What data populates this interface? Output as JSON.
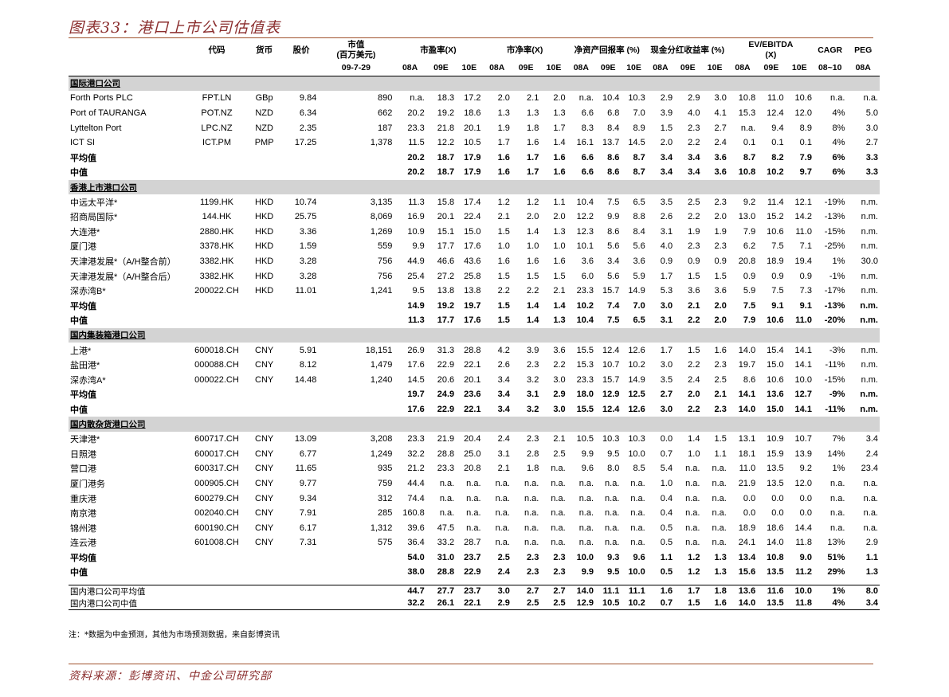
{
  "page": {
    "title": "图表33：港口上市公司估值表",
    "note": "注：*数据为中金预测，其他为市场预测数据，来自彭博资讯",
    "source": "资料来源：彭博资讯、中金公司研究部"
  },
  "colors": {
    "accent": "#8b2e2e",
    "section_bg": "#d3d3d3"
  },
  "table": {
    "header1": [
      "",
      "代码",
      "货币",
      "股价",
      "市值\n(百万美元)",
      "市盈率(X)",
      "市净率(X)",
      "净资产回报率 (%)",
      "现金分红收益率 (%)",
      "EV/EBITDA\n(X)",
      "CAGR",
      "PEG"
    ],
    "header2": [
      "",
      "",
      "",
      "",
      "09-7-29",
      "08A",
      "09E",
      "10E",
      "08A",
      "09E",
      "10E",
      "08A",
      "09E",
      "10E",
      "08A",
      "09E",
      "10E",
      "08A",
      "09E",
      "10E",
      "08~10",
      "08A"
    ],
    "sections": [
      {
        "title": "国际港口公司",
        "rows": [
          [
            "Forth Ports PLC",
            "FPT.LN",
            "GBp",
            "9.84",
            "890",
            "n.a.",
            "18.3",
            "17.2",
            "2.0",
            "2.1",
            "2.0",
            "n.a.",
            "10.4",
            "10.3",
            "2.9",
            "2.9",
            "3.0",
            "10.8",
            "11.0",
            "10.6",
            "n.a.",
            "n.a."
          ],
          [
            "Port of TAURANGA",
            "POT.NZ",
            "NZD",
            "6.34",
            "662",
            "20.2",
            "19.2",
            "18.6",
            "1.3",
            "1.3",
            "1.3",
            "6.6",
            "6.8",
            "7.0",
            "3.9",
            "4.0",
            "4.1",
            "15.3",
            "12.4",
            "12.0",
            "4%",
            "5.0"
          ],
          [
            "Lyttelton Port",
            "LPC.NZ",
            "NZD",
            "2.35",
            "187",
            "23.3",
            "21.8",
            "20.1",
            "1.9",
            "1.8",
            "1.7",
            "8.3",
            "8.4",
            "8.9",
            "1.5",
            "2.3",
            "2.7",
            "n.a.",
            "9.4",
            "8.9",
            "8%",
            "3.0"
          ],
          [
            "ICT SI",
            "ICT.PM",
            "PMP",
            "17.25",
            "1,378",
            "11.5",
            "12.2",
            "10.5",
            "1.7",
            "1.6",
            "1.4",
            "16.1",
            "13.7",
            "14.5",
            "2.0",
            "2.2",
            "2.4",
            "0.1",
            "0.1",
            "0.1",
            "4%",
            "2.7"
          ],
          [
            "平均值",
            "",
            "",
            "",
            "",
            "20.2",
            "18.7",
            "17.9",
            "1.6",
            "1.7",
            "1.6",
            "6.6",
            "8.6",
            "8.7",
            "3.4",
            "3.4",
            "3.6",
            "8.7",
            "8.2",
            "7.9",
            "6%",
            "3.3"
          ],
          [
            "中值",
            "",
            "",
            "",
            "",
            "20.2",
            "18.7",
            "17.9",
            "1.6",
            "1.7",
            "1.6",
            "6.6",
            "8.6",
            "8.7",
            "3.4",
            "3.4",
            "3.6",
            "10.8",
            "10.2",
            "9.7",
            "6%",
            "3.3"
          ]
        ]
      },
      {
        "title": "香港上市港口公司",
        "rows": [
          [
            "中远太平洋*",
            "1199.HK",
            "HKD",
            "10.74",
            "3,135",
            "11.3",
            "15.8",
            "17.4",
            "1.2",
            "1.2",
            "1.1",
            "10.4",
            "7.5",
            "6.5",
            "3.5",
            "2.5",
            "2.3",
            "9.2",
            "11.4",
            "12.1",
            "-19%",
            "n.m."
          ],
          [
            "招商局国际*",
            "144.HK",
            "HKD",
            "25.75",
            "8,069",
            "16.9",
            "20.1",
            "22.4",
            "2.1",
            "2.0",
            "2.0",
            "12.2",
            "9.9",
            "8.8",
            "2.6",
            "2.2",
            "2.0",
            "13.0",
            "15.2",
            "14.2",
            "-13%",
            "n.m."
          ],
          [
            "大连港*",
            "2880.HK",
            "HKD",
            "3.36",
            "1,269",
            "10.9",
            "15.1",
            "15.0",
            "1.5",
            "1.4",
            "1.3",
            "12.3",
            "8.6",
            "8.4",
            "3.1",
            "1.9",
            "1.9",
            "7.9",
            "10.6",
            "11.0",
            "-15%",
            "n.m."
          ],
          [
            "厦门港",
            "3378.HK",
            "HKD",
            "1.59",
            "559",
            "9.9",
            "17.7",
            "17.6",
            "1.0",
            "1.0",
            "1.0",
            "10.1",
            "5.6",
            "5.6",
            "4.0",
            "2.3",
            "2.3",
            "6.2",
            "7.5",
            "7.1",
            "-25%",
            "n.m."
          ],
          [
            "天津港发展*（A/H整合前）",
            "3382.HK",
            "HKD",
            "3.28",
            "756",
            "44.9",
            "46.6",
            "43.6",
            "1.6",
            "1.6",
            "1.6",
            "3.6",
            "3.4",
            "3.6",
            "0.9",
            "0.9",
            "0.9",
            "20.8",
            "18.9",
            "19.4",
            "1%",
            "30.0"
          ],
          [
            "天津港发展*（A/H整合后）",
            "3382.HK",
            "HKD",
            "3.28",
            "756",
            "25.4",
            "27.2",
            "25.8",
            "1.5",
            "1.5",
            "1.5",
            "6.0",
            "5.6",
            "5.9",
            "1.7",
            "1.5",
            "1.5",
            "0.9",
            "0.9",
            "0.9",
            "-1%",
            "n.m."
          ],
          [
            "深赤湾B*",
            "200022.CH",
            "HKD",
            "11.01",
            "1,241",
            "9.5",
            "13.8",
            "13.8",
            "2.2",
            "2.2",
            "2.1",
            "23.3",
            "15.7",
            "14.9",
            "5.3",
            "3.6",
            "3.6",
            "5.9",
            "7.5",
            "7.3",
            "-17%",
            "n.m."
          ],
          [
            "平均值",
            "",
            "",
            "",
            "",
            "14.9",
            "19.2",
            "19.7",
            "1.5",
            "1.4",
            "1.4",
            "10.2",
            "7.4",
            "7.0",
            "3.0",
            "2.1",
            "2.0",
            "7.5",
            "9.1",
            "9.1",
            "-13%",
            "n.m."
          ],
          [
            "中值",
            "",
            "",
            "",
            "",
            "11.3",
            "17.7",
            "17.6",
            "1.5",
            "1.4",
            "1.3",
            "10.4",
            "7.5",
            "6.5",
            "3.1",
            "2.2",
            "2.0",
            "7.9",
            "10.6",
            "11.0",
            "-20%",
            "n.m."
          ]
        ]
      },
      {
        "title": "国内集装箱港口公司",
        "rows": [
          [
            "上港*",
            "600018.CH",
            "CNY",
            "5.91",
            "18,151",
            "26.9",
            "31.3",
            "28.8",
            "4.2",
            "3.9",
            "3.6",
            "15.5",
            "12.4",
            "12.6",
            "1.7",
            "1.5",
            "1.6",
            "14.0",
            "15.4",
            "14.1",
            "-3%",
            "n.m."
          ],
          [
            "盐田港*",
            "000088.CH",
            "CNY",
            "8.12",
            "1,479",
            "17.6",
            "22.9",
            "22.1",
            "2.6",
            "2.3",
            "2.2",
            "15.3",
            "10.7",
            "10.2",
            "3.0",
            "2.2",
            "2.3",
            "19.7",
            "15.0",
            "14.1",
            "-11%",
            "n.m."
          ],
          [
            "深赤湾A*",
            "000022.CH",
            "CNY",
            "14.48",
            "1,240",
            "14.5",
            "20.6",
            "20.1",
            "3.4",
            "3.2",
            "3.0",
            "23.3",
            "15.7",
            "14.9",
            "3.5",
            "2.4",
            "2.5",
            "8.6",
            "10.6",
            "10.0",
            "-15%",
            "n.m."
          ],
          [
            "平均值",
            "",
            "",
            "",
            "",
            "19.7",
            "24.9",
            "23.6",
            "3.4",
            "3.1",
            "2.9",
            "18.0",
            "12.9",
            "12.5",
            "2.7",
            "2.0",
            "2.1",
            "14.1",
            "13.6",
            "12.7",
            "-9%",
            "n.m."
          ],
          [
            "中值",
            "",
            "",
            "",
            "",
            "17.6",
            "22.9",
            "22.1",
            "3.4",
            "3.2",
            "3.0",
            "15.5",
            "12.4",
            "12.6",
            "3.0",
            "2.2",
            "2.3",
            "14.0",
            "15.0",
            "14.1",
            "-11%",
            "n.m."
          ]
        ]
      },
      {
        "title": "国内散杂货港口公司",
        "rows": [
          [
            "天津港*",
            "600717.CH",
            "CNY",
            "13.09",
            "3,208",
            "23.3",
            "21.9",
            "20.4",
            "2.4",
            "2.3",
            "2.1",
            "10.5",
            "10.3",
            "10.3",
            "0.0",
            "1.4",
            "1.5",
            "13.1",
            "10.9",
            "10.7",
            "7%",
            "3.4"
          ],
          [
            "日照港",
            "600017.CH",
            "CNY",
            "6.77",
            "1,249",
            "32.2",
            "28.8",
            "25.0",
            "3.1",
            "2.8",
            "2.5",
            "9.9",
            "9.5",
            "10.0",
            "0.7",
            "1.0",
            "1.1",
            "18.1",
            "15.9",
            "13.9",
            "14%",
            "2.4"
          ],
          [
            "营口港",
            "600317.CH",
            "CNY",
            "11.65",
            "935",
            "21.2",
            "23.3",
            "20.8",
            "2.1",
            "1.8",
            "n.a.",
            "9.6",
            "8.0",
            "8.5",
            "5.4",
            "n.a.",
            "n.a.",
            "11.0",
            "13.5",
            "9.2",
            "1%",
            "23.4"
          ],
          [
            "厦门港务",
            "000905.CH",
            "CNY",
            "9.77",
            "759",
            "44.4",
            "n.a.",
            "n.a.",
            "n.a.",
            "n.a.",
            "n.a.",
            "n.a.",
            "n.a.",
            "n.a.",
            "1.0",
            "n.a.",
            "n.a.",
            "21.9",
            "13.5",
            "12.0",
            "n.a.",
            "n.a."
          ],
          [
            "重庆港",
            "600279.CH",
            "CNY",
            "9.34",
            "312",
            "74.4",
            "n.a.",
            "n.a.",
            "n.a.",
            "n.a.",
            "n.a.",
            "n.a.",
            "n.a.",
            "n.a.",
            "0.4",
            "n.a.",
            "n.a.",
            "0.0",
            "0.0",
            "0.0",
            "n.a.",
            "n.a."
          ],
          [
            "南京港",
            "002040.CH",
            "CNY",
            "7.91",
            "285",
            "160.8",
            "n.a.",
            "n.a.",
            "n.a.",
            "n.a.",
            "n.a.",
            "n.a.",
            "n.a.",
            "n.a.",
            "0.4",
            "n.a.",
            "n.a.",
            "0.0",
            "0.0",
            "0.0",
            "n.a.",
            "n.a."
          ],
          [
            "锦州港",
            "600190.CH",
            "CNY",
            "6.17",
            "1,312",
            "39.6",
            "47.5",
            "n.a.",
            "n.a.",
            "n.a.",
            "n.a.",
            "n.a.",
            "n.a.",
            "n.a.",
            "0.5",
            "n.a.",
            "n.a.",
            "18.9",
            "18.6",
            "14.4",
            "n.a.",
            "n.a."
          ],
          [
            "连云港",
            "601008.CH",
            "CNY",
            "7.31",
            "575",
            "36.4",
            "33.2",
            "28.7",
            "n.a.",
            "n.a.",
            "n.a.",
            "n.a.",
            "n.a.",
            "n.a.",
            "0.5",
            "n.a.",
            "n.a.",
            "24.1",
            "14.0",
            "11.8",
            "13%",
            "2.9"
          ],
          [
            "平均值",
            "",
            "",
            "",
            "",
            "54.0",
            "31.0",
            "23.7",
            "2.5",
            "2.3",
            "2.3",
            "10.0",
            "9.3",
            "9.6",
            "1.1",
            "1.2",
            "1.3",
            "13.4",
            "10.8",
            "9.0",
            "51%",
            "1.1"
          ],
          [
            "中值",
            "",
            "",
            "",
            "",
            "38.0",
            "28.8",
            "22.9",
            "2.4",
            "2.3",
            "2.3",
            "9.9",
            "9.5",
            "10.0",
            "0.5",
            "1.2",
            "1.3",
            "15.6",
            "13.5",
            "11.2",
            "29%",
            "1.3"
          ]
        ]
      }
    ],
    "summary": [
      [
        "国内港口公司平均值",
        "",
        "",
        "",
        "",
        "44.7",
        "27.7",
        "23.7",
        "3.0",
        "2.7",
        "2.7",
        "14.0",
        "11.1",
        "11.1",
        "1.6",
        "1.7",
        "1.8",
        "13.6",
        "11.6",
        "10.0",
        "1%",
        "8.0"
      ],
      [
        "国内港口公司中值",
        "",
        "",
        "",
        "",
        "32.2",
        "26.1",
        "22.1",
        "2.9",
        "2.5",
        "2.5",
        "12.9",
        "10.5",
        "10.2",
        "0.7",
        "1.5",
        "1.6",
        "14.0",
        "13.5",
        "11.8",
        "4%",
        "3.4"
      ]
    ]
  }
}
